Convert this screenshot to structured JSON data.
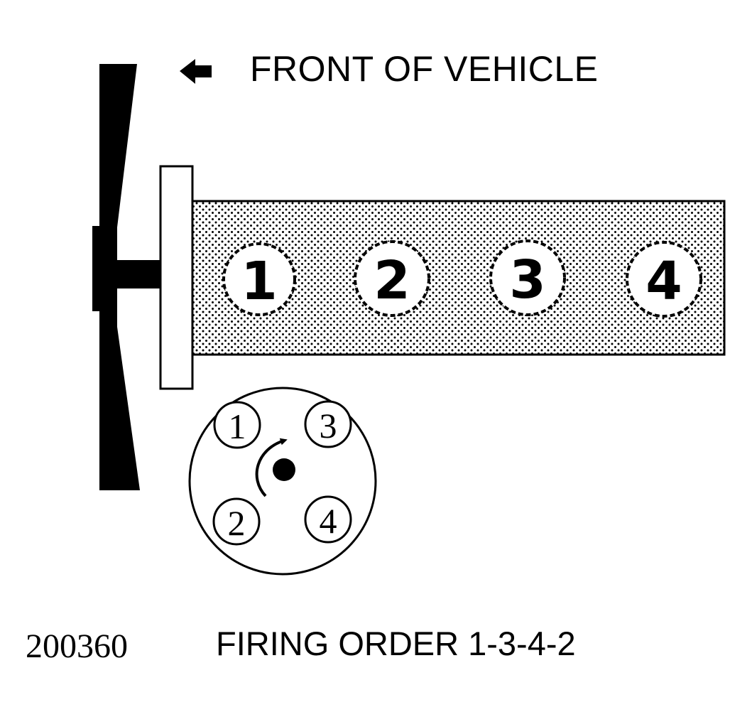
{
  "front_label": "FRONT OF VEHICLE",
  "firing_order_label": "FIRING ORDER 1-3-4-2",
  "figure_number": "200360",
  "engine_cylinders": [
    "1",
    "2",
    "3",
    "4"
  ],
  "distributor_terminals": [
    "1",
    "3",
    "2",
    "4"
  ],
  "rotation": "clockwise"
}
